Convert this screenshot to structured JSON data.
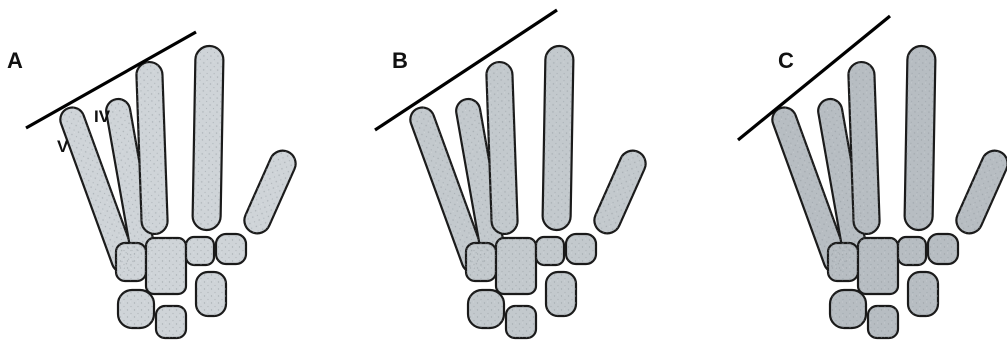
{
  "panels": [
    {
      "label": "A",
      "fill": "#cfd4d8"
    },
    {
      "label": "B",
      "fill": "#c3c9cd"
    },
    {
      "label": "C",
      "fill": "#b7bdc2"
    }
  ],
  "bone_labels": {
    "metacarpal_iv": "IV",
    "metacarpal_v": "V"
  },
  "colors": {
    "outline": "#1a1a1a",
    "reference_line": "#000000",
    "background": "#ffffff"
  }
}
